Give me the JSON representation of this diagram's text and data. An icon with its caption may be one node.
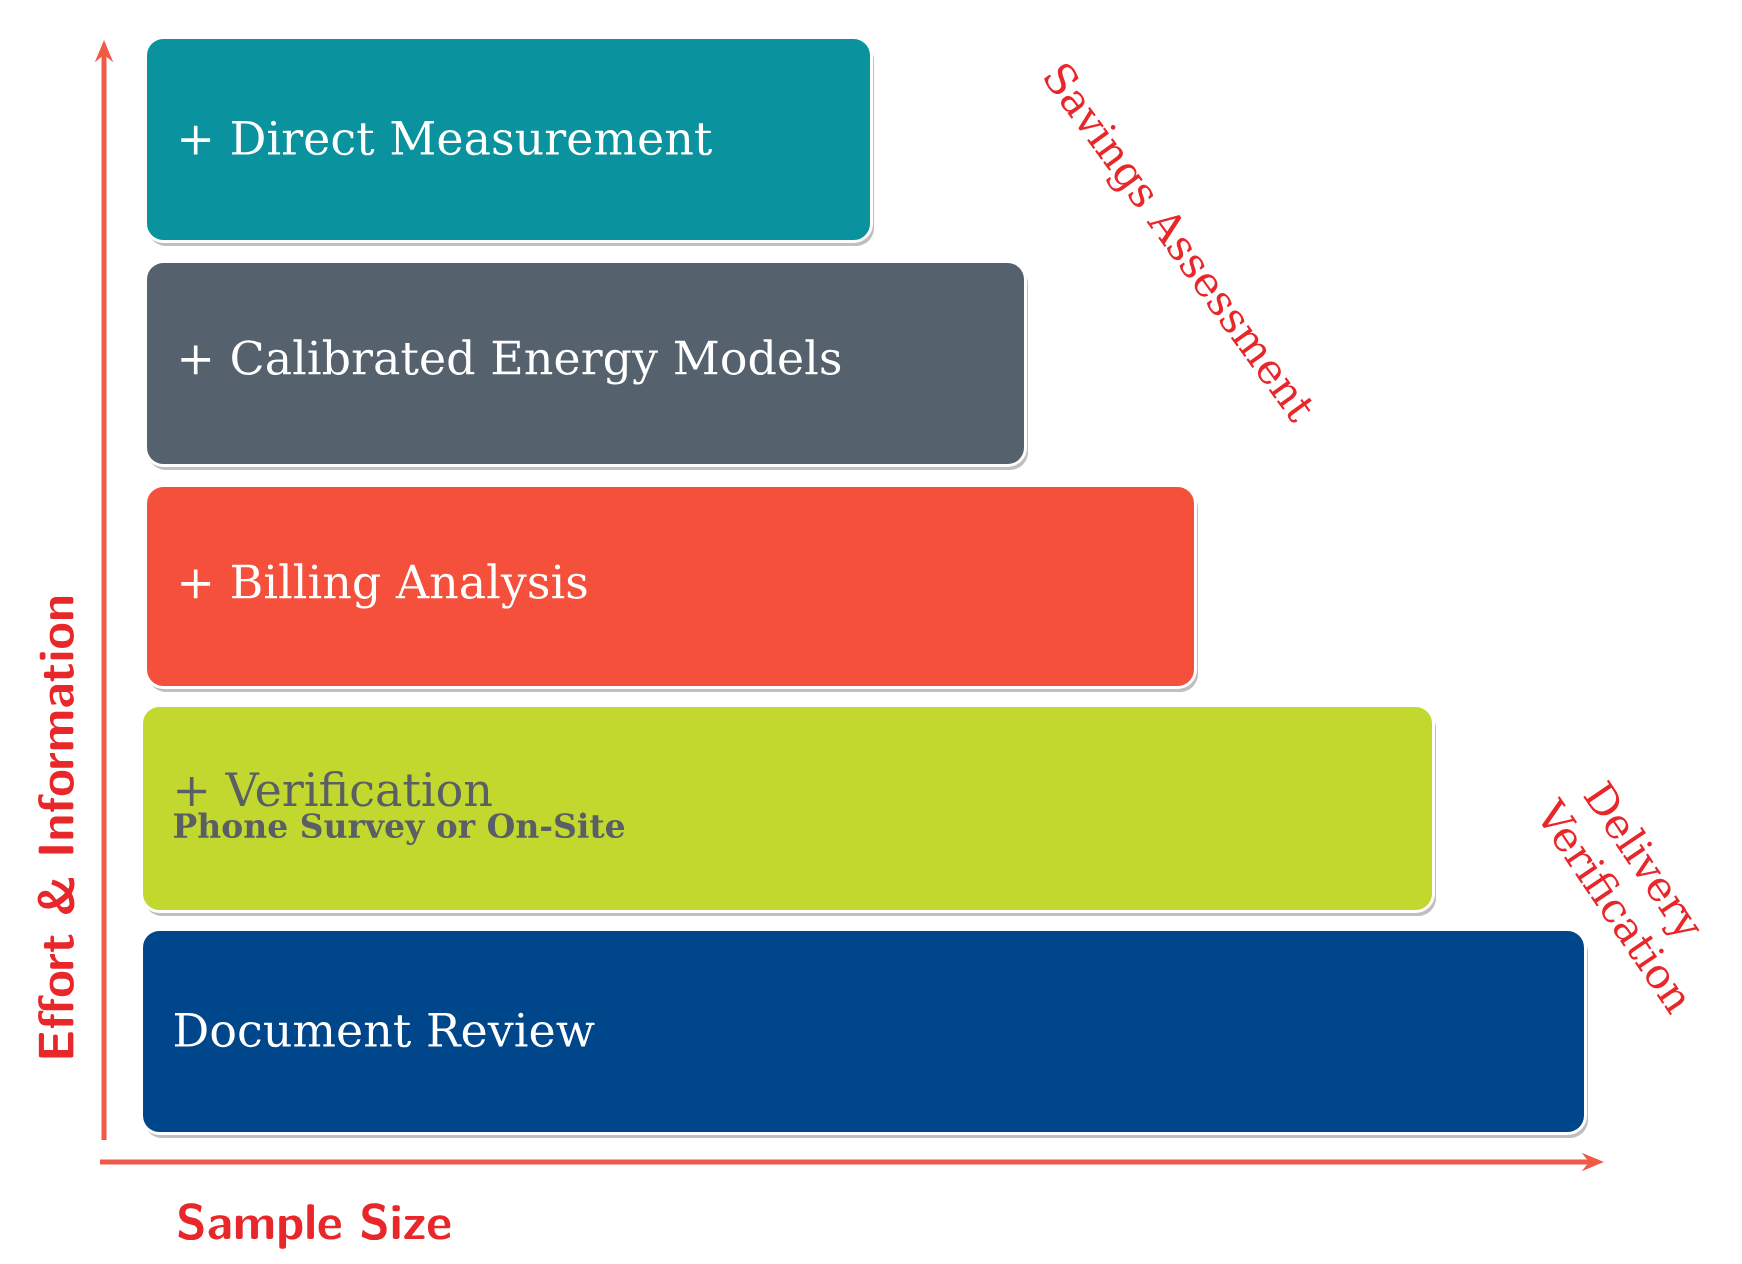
{
  "diagram": {
    "nodes": [
      {
        "text": [
          "+ Direct Measurement"
        ]
      },
      {
        "text": [
          "+ Calibrated Energy Models"
        ]
      },
      {
        "text": [
          "+ Billing Analysis"
        ]
      },
      {
        "text": [
          "+ Verification",
          "Phone Survey or On-Site"
        ]
      },
      {
        "text": [
          "Document Review"
        ]
      }
    ],
    "labels": [
      "Savings Assessment",
      "Effort & Information",
      "Delivery Verification",
      "Sample Size"
    ]
  }
}
